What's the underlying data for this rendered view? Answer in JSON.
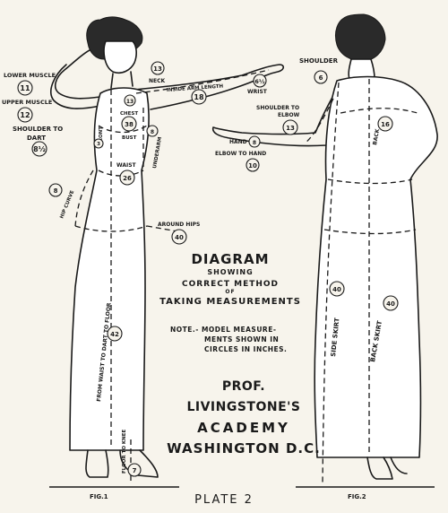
{
  "heading": {
    "line1": "DIAGRAM",
    "line2": "SHOWING",
    "line3": "CORRECT METHOD",
    "line4": "OF",
    "line5": "TAKING MEASUREMENTS"
  },
  "note": {
    "line1": "NOTE.- MODEL MEASURE-",
    "line2": "MENTS SHOWN IN",
    "line3": "CIRCLES IN INCHES."
  },
  "academy": {
    "line1": "PROF. LIVINGSTONE'S",
    "line2": "ACADEMY",
    "line3": "WASHINGTON D.C."
  },
  "plate_label": "PLATE 2",
  "fig1": {
    "caption": "FIG.1",
    "labels": {
      "lower_muscle": "LOWER MUSCLE",
      "upper_muscle": "UPPER MUSCLE",
      "shoulder_to_dart_1": "SHOULDER TO",
      "shoulder_to_dart_2": "DART",
      "neck": "NECK",
      "inside_arm": "INSIDE ARM LENGTH",
      "wrist": "WRIST",
      "chest": "CHEST",
      "front": "FRONT",
      "bust": "BUST",
      "underarm": "UNDERARM",
      "waist": "WAIST",
      "hip_curve": "HIP CURVE",
      "around_hips": "AROUND HIPS",
      "front_length": "FROM WAIST TO DART TO FLOOR",
      "floor_to_knee": "FLOOR TO KNEE"
    },
    "values": {
      "lower_muscle": "11",
      "upper_muscle": "12",
      "shoulder_to_dart": "8½",
      "neck": "13",
      "inside_arm": "18",
      "wrist": "6½",
      "chest": "13",
      "bust": "38",
      "front": "3",
      "underarm": "8",
      "waist": "26",
      "hip_curve": "8",
      "around_hips": "40",
      "front_length": "42",
      "floor_to_knee": "7"
    }
  },
  "fig2": {
    "caption": "FIG.2",
    "labels": {
      "shoulder": "SHOULDER",
      "shoulder_to_elbow_1": "SHOULDER TO",
      "shoulder_to_elbow_2": "ELBOW",
      "hand": "HAND",
      "elbow_to_hand": "ELBOW TO HAND",
      "back": "BACK",
      "side_skirt": "SIDE SKIRT",
      "back_skirt": "BACK SKIRT"
    },
    "values": {
      "shoulder": "6",
      "shoulder_to_elbow": "13",
      "hand": "8",
      "elbow_to_hand": "10",
      "back": "16",
      "side_skirt": "40",
      "back_skirt": "40"
    }
  }
}
